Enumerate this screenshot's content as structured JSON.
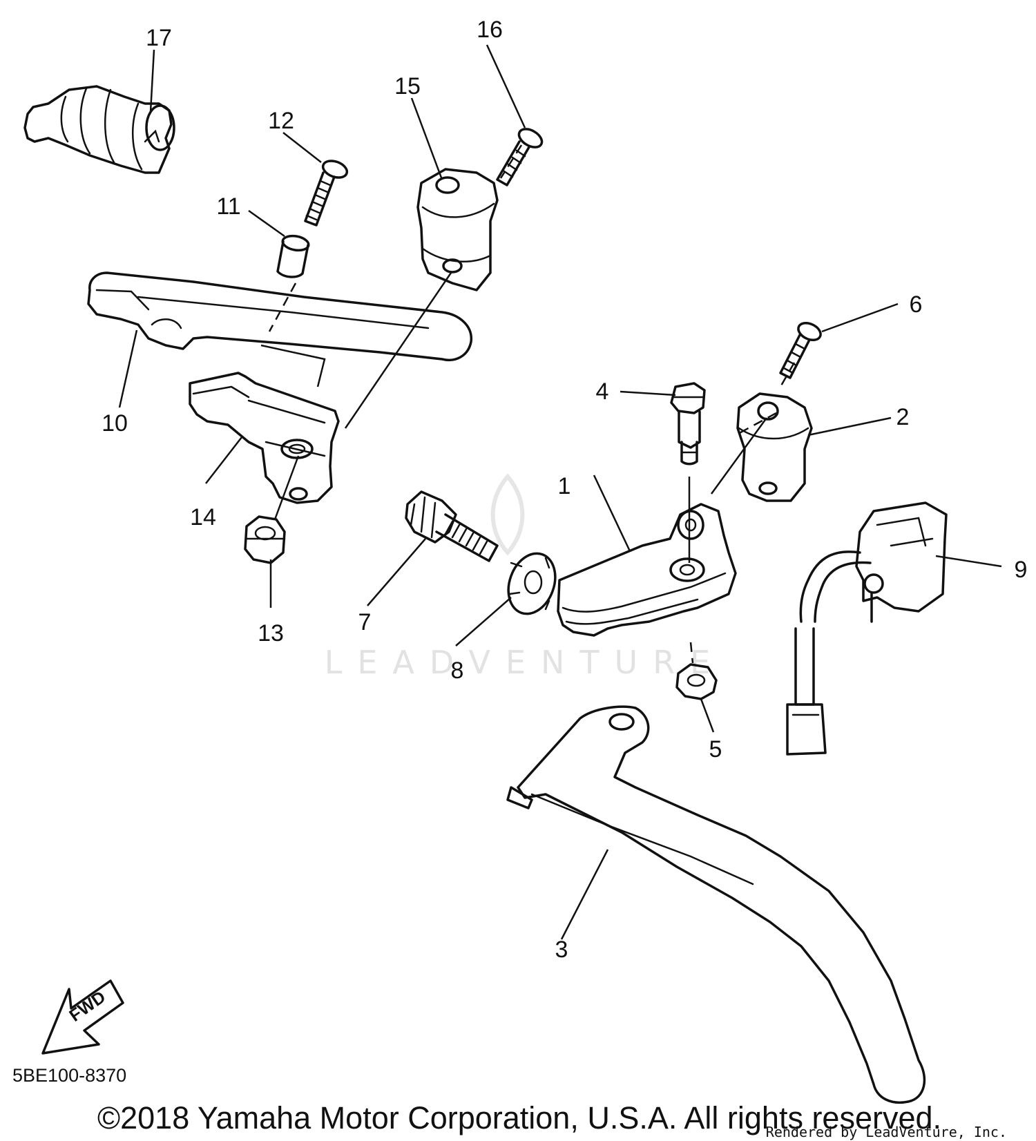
{
  "diagram_code": "5BE100-8370",
  "copyright": "©2018 Yamaha Motor Corporation, U.S.A. All rights reserved.",
  "rendered_by": "Rendered by LeadVenture, Inc.",
  "watermark": "LEADVENTURE",
  "direction_label": "FWD",
  "callouts": [
    "1",
    "2",
    "3",
    "4",
    "5",
    "6",
    "7",
    "8",
    "9",
    "10",
    "11",
    "12",
    "13",
    "14",
    "15",
    "16",
    "17"
  ]
}
